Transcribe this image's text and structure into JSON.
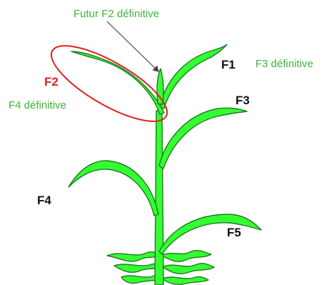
{
  "labels": {
    "futur_f2": "Futur F2 définitive",
    "f1": "F1",
    "f3_definitive": "F3 définitive",
    "f2": "F2",
    "f4_definitive": "F4 définitive",
    "f3": "F3",
    "f4": "F4",
    "f5": "F5"
  },
  "colors": {
    "leaf_fill": "#33ff33",
    "leaf_outline": "#1f7a1f",
    "annotation_green": "#3cb43c",
    "highlight_red": "#e02020",
    "leaf_number": "#111111"
  }
}
